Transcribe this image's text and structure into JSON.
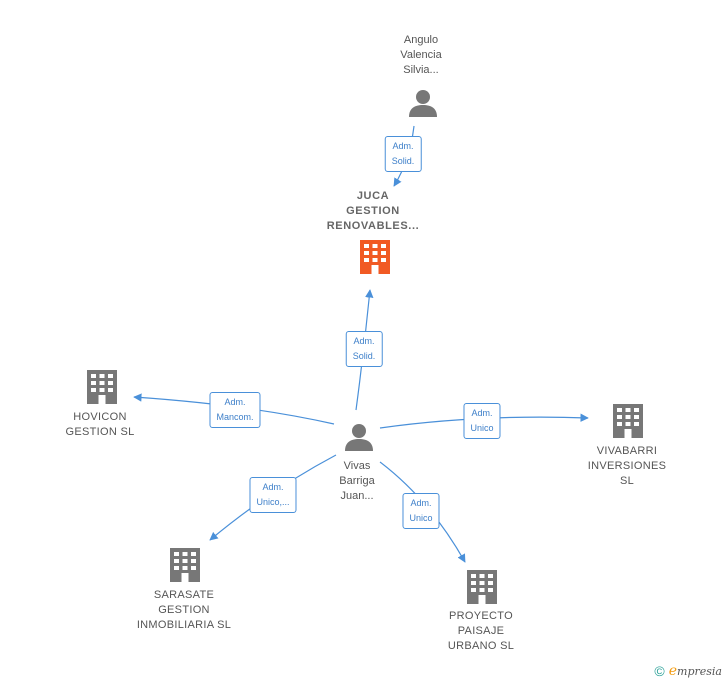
{
  "colors": {
    "edge": "#4a90d9",
    "person_icon": "#777777",
    "company_icon": "#777777",
    "focus_icon": "#f15a24"
  },
  "nodes": {
    "angulo": {
      "lines": [
        "Angulo",
        "Valencia",
        "Silvia..."
      ],
      "icon": "person-icon"
    },
    "juca": {
      "lines": [
        "JUCA",
        "GESTION",
        "RENOVABLES..."
      ],
      "icon": "building-icon"
    },
    "vivas": {
      "lines": [
        "Vivas",
        "Barriga",
        "Juan..."
      ],
      "icon": "person-icon"
    },
    "hovicon": {
      "lines": [
        "HOVICON",
        "GESTION SL"
      ],
      "icon": "building-icon"
    },
    "vivabarri": {
      "lines": [
        "VIVABARRI",
        "INVERSIONES",
        "SL"
      ],
      "icon": "building-icon"
    },
    "sarasate": {
      "lines": [
        "SARASATE",
        "GESTION",
        "INMOBILIARIA SL"
      ],
      "icon": "building-icon"
    },
    "proyecto": {
      "lines": [
        "PROYECTO",
        "PAISAJE",
        "URBANO SL"
      ],
      "icon": "building-icon"
    }
  },
  "edges": {
    "angulo_juca": {
      "lines": [
        "Adm.",
        "Solid."
      ]
    },
    "vivas_juca": {
      "lines": [
        "Adm.",
        "Solid."
      ]
    },
    "vivas_hovicon": {
      "lines": [
        "Adm.",
        "Mancom."
      ]
    },
    "vivas_vivabarri": {
      "lines": [
        "Adm.",
        "Unico"
      ]
    },
    "vivas_sarasate": {
      "lines": [
        "Adm.",
        "Unico,..."
      ]
    },
    "vivas_proyecto": {
      "lines": [
        "Adm.",
        "Unico"
      ]
    }
  },
  "footer": {
    "copyright": "©",
    "brand_initial": "e",
    "brand_rest": "mpresia"
  }
}
